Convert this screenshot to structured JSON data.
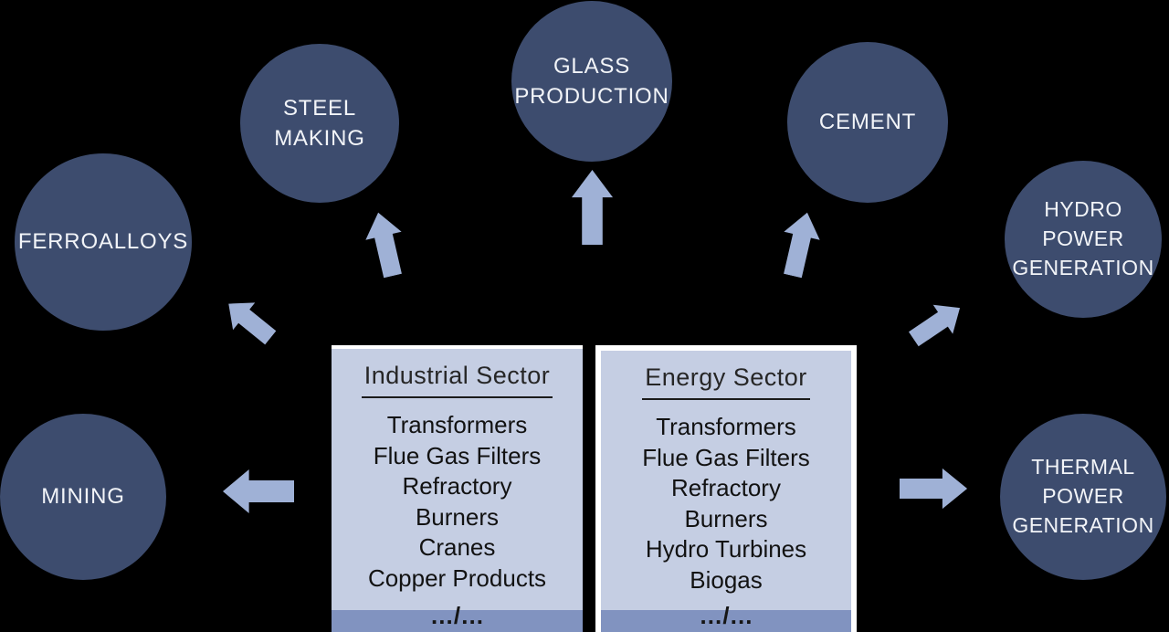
{
  "colors": {
    "background": "#000000",
    "circle_fill": "#3D4C6E",
    "circle_text": "#F2F4F8",
    "arrow_fill": "#9FB1D6",
    "box_fill": "#C5CEE3",
    "box_footer_fill": "#8193C0",
    "box_border": "#FFFFFF",
    "box_text": "#121212"
  },
  "circles": [
    {
      "id": "ferroalloys",
      "label": "FERROALLOYS"
    },
    {
      "id": "steel-making",
      "label": "STEEL\nMAKING"
    },
    {
      "id": "glass-production",
      "label": "GLASS\nPRODUCTION"
    },
    {
      "id": "cement",
      "label": "CEMENT"
    },
    {
      "id": "hydro-power-generation",
      "label": "HYDRO\nPOWER\nGENERATION"
    },
    {
      "id": "mining",
      "label": "MINING"
    },
    {
      "id": "thermal-power-generation",
      "label": "THERMAL\nPOWER\nGENERATION"
    }
  ],
  "arrows": [
    {
      "id": "arrow-to-ferroalloys",
      "direction": "up-left"
    },
    {
      "id": "arrow-to-steel-making",
      "direction": "up-left"
    },
    {
      "id": "arrow-to-glass-production",
      "direction": "up"
    },
    {
      "id": "arrow-to-cement",
      "direction": "up-right"
    },
    {
      "id": "arrow-to-hydro-power-generation",
      "direction": "up-right"
    },
    {
      "id": "arrow-to-mining",
      "direction": "left"
    },
    {
      "id": "arrow-to-thermal-power-generation",
      "direction": "right"
    }
  ],
  "boxes": [
    {
      "id": "industrial-sector",
      "title": "Industrial Sector",
      "items": [
        "Transformers",
        "Flue Gas Filters",
        "Refractory",
        "Burners",
        "Cranes",
        "Copper Products"
      ],
      "more": "…/…"
    },
    {
      "id": "energy-sector",
      "title": "Energy Sector",
      "items": [
        "Transformers",
        "Flue Gas Filters",
        "Refractory",
        "Burners",
        "Hydro Turbines",
        "Biogas"
      ],
      "more": "…/…"
    }
  ]
}
